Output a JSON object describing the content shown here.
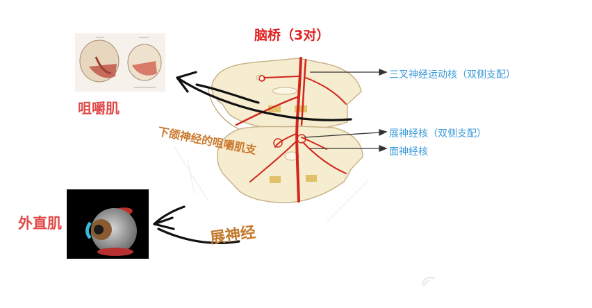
{
  "title": "脑桥（3对）",
  "left_labels": {
    "masseter": "咀嚼肌",
    "lateral_rectus": "外直肌"
  },
  "right_labels": {
    "trigeminal_motor": "三叉神经运动核（双侧支配）",
    "abducens_nucleus": "展神经核（双侧支配）",
    "facial_nucleus": "面神经核"
  },
  "nerve_labels": {
    "mandibular_branch": "下颌神经的咀嚼肌支",
    "abducens_nerve": "展神经"
  },
  "colors": {
    "title": "#e02020",
    "left_label": "#e04a4a",
    "right_label": "#3a9ad9",
    "nerve_label": "#c47a2d",
    "vessel": "#d0261b"
  }
}
